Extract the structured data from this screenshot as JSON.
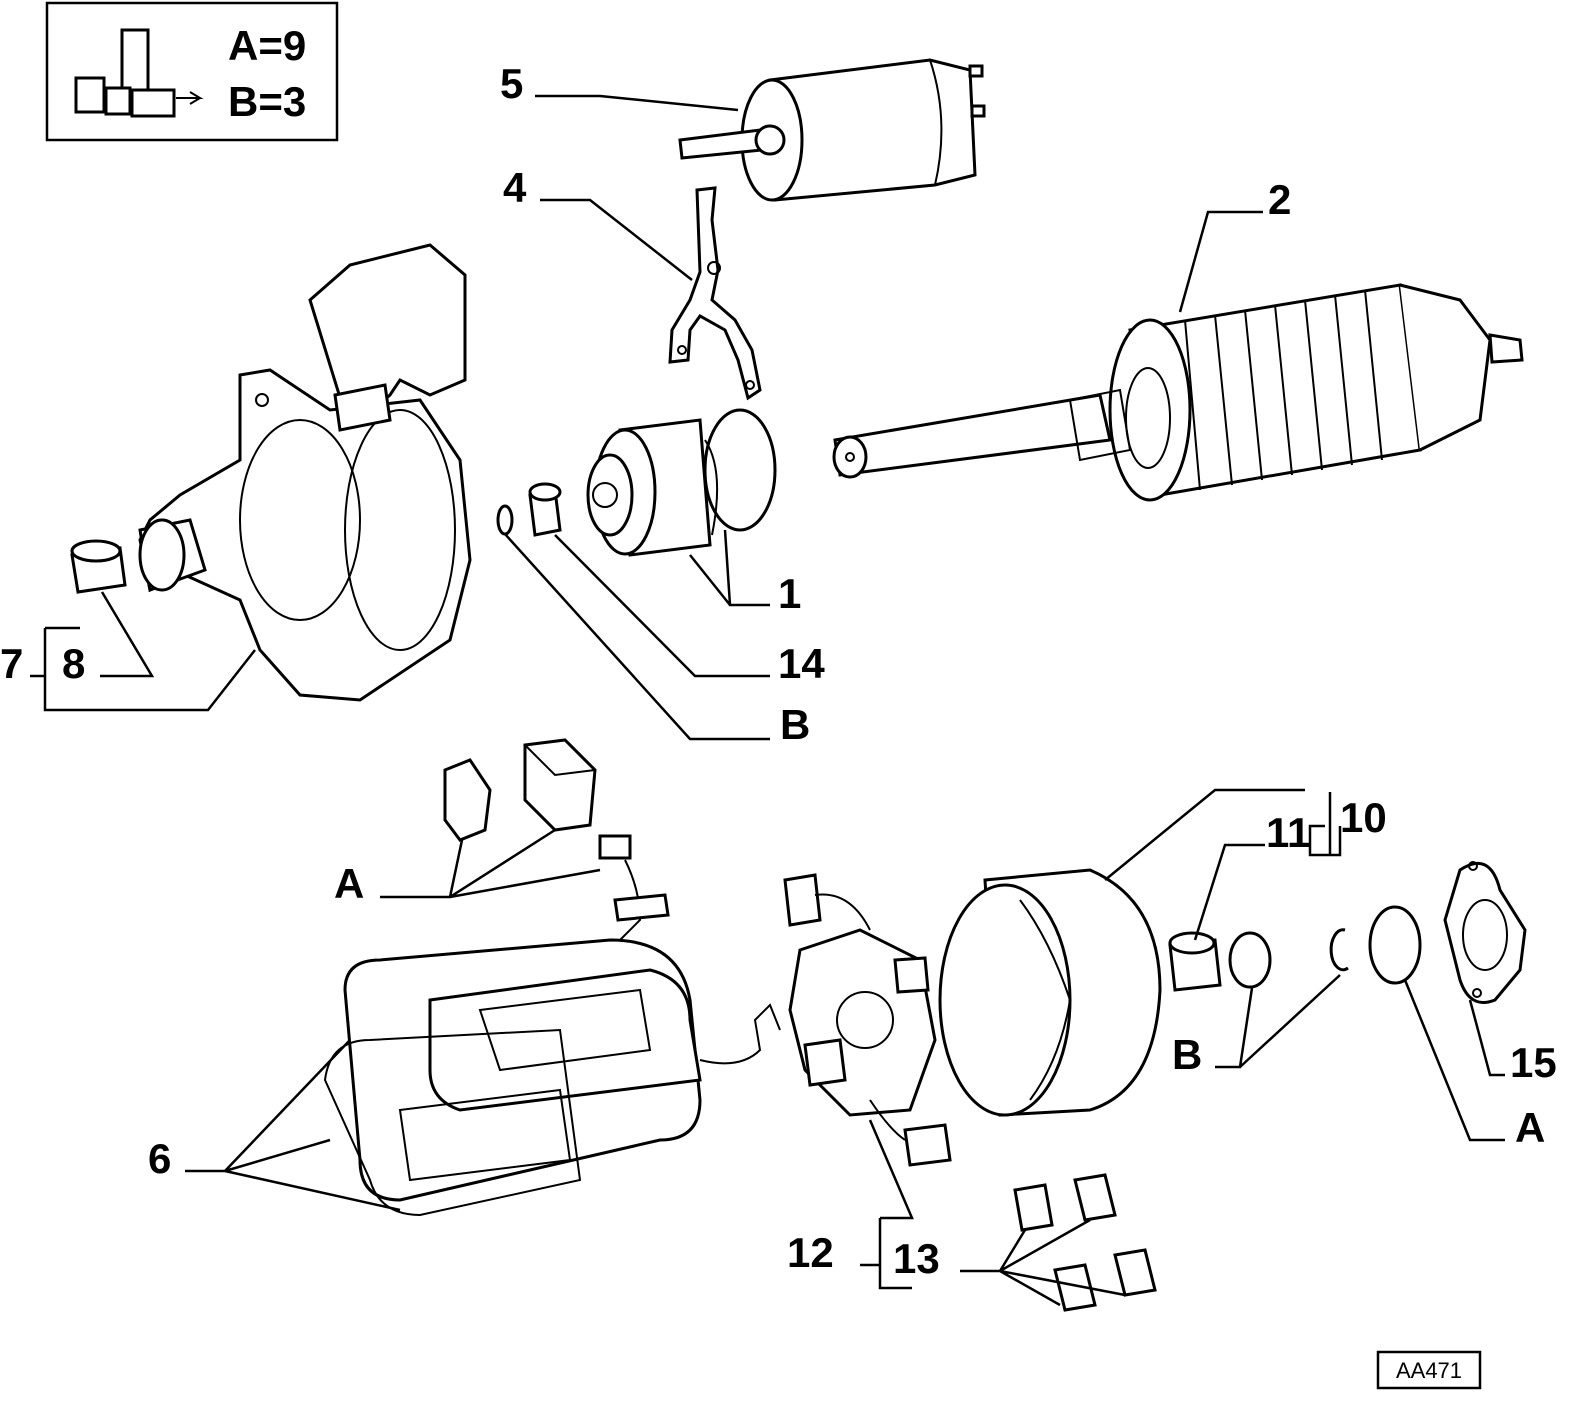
{
  "legend": {
    "line_a": "A=9",
    "line_b": "B=3"
  },
  "labels": {
    "p1": "1",
    "p2": "2",
    "p4": "4",
    "p5": "5",
    "p6": "6",
    "p7": "7",
    "p8": "8",
    "p10": "10",
    "p11": "11",
    "p12": "12",
    "p13": "13",
    "p14": "14",
    "p15": "15",
    "b_top": "B",
    "a_left": "A",
    "b_right": "B",
    "a_right": "A"
  },
  "reference_code": "AA471",
  "colors": {
    "ink": "#000000",
    "paper": "#ffffff"
  }
}
